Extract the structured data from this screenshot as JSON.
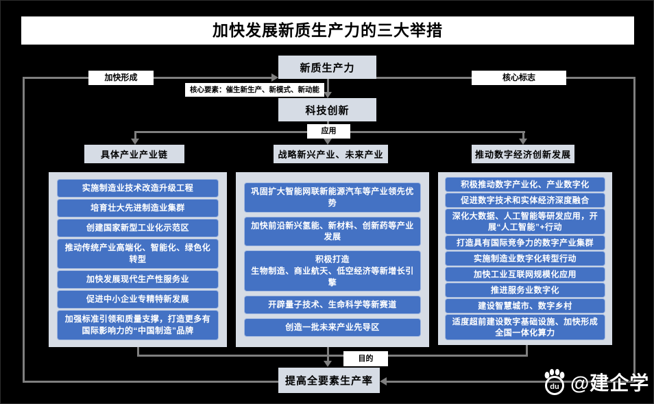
{
  "title": "加快发展新质生产力的三大举措",
  "flow": {
    "new_quality_productivity": "新质生产力",
    "tech_innovation": "科技创新",
    "total_factor_productivity": "提高全要素生产率"
  },
  "labels": {
    "accelerate_formation": "加快形成",
    "core_symbol": "核心标志",
    "core_elements": "核心要素：催生新生产、新模式、新动能",
    "application": "应用",
    "purpose": "目的"
  },
  "columns": [
    {
      "header": "具体产业产业链",
      "items": [
        "实施制造业技术改造升级工程",
        "培育壮大先进制造业集群",
        "创建国家新型工业化示范区",
        "推动传统产业高端化、智能化、绿色化转型",
        "加快发展现代生产性服务业",
        "促进中小企业专精特新发展",
        "加强标准引领和质量支撑，打造更多有国际影响力的“中国制造”品牌"
      ]
    },
    {
      "header": "战略新兴产业、未来产业",
      "items": [
        "巩固扩大智能网联新能源汽车等产业领先优势",
        "加快前沿新兴氢能、新材料、创新药等产业发展",
        "积极打造\n生物制造、商业航天、低空经济等新增长引擎",
        "开辟量子技术、生命科学等新赛道",
        "创造一批未来产业先导区"
      ]
    },
    {
      "header": "推动数字经济创新发展",
      "items": [
        "积极推动数字产业化、产业数字化",
        "促进数字技术和实体经济深度融合",
        "深化大数据、人工智能等研发应用，开展“人工智能”+行动",
        "打造具有国际竞争力的数字产业集群",
        "实施制造业数字化转型行动",
        "加快工业互联网规模化应用",
        "推进服务业数字化",
        "建设智慧城市、数字乡村",
        "适度超前建设数字基础设施、加快形成全国一体化算力"
      ]
    }
  ],
  "watermark": {
    "text": "@建企学",
    "icon": "baidu-paw-icon",
    "icon_text": "du"
  },
  "colors": {
    "background": "#000000",
    "panel": "#D6DCE5",
    "item_blue": "#4472C4",
    "line_gray": "#7F7F7F",
    "item_border": "#A3B9E0",
    "title_bar": "#FFFFFF"
  }
}
